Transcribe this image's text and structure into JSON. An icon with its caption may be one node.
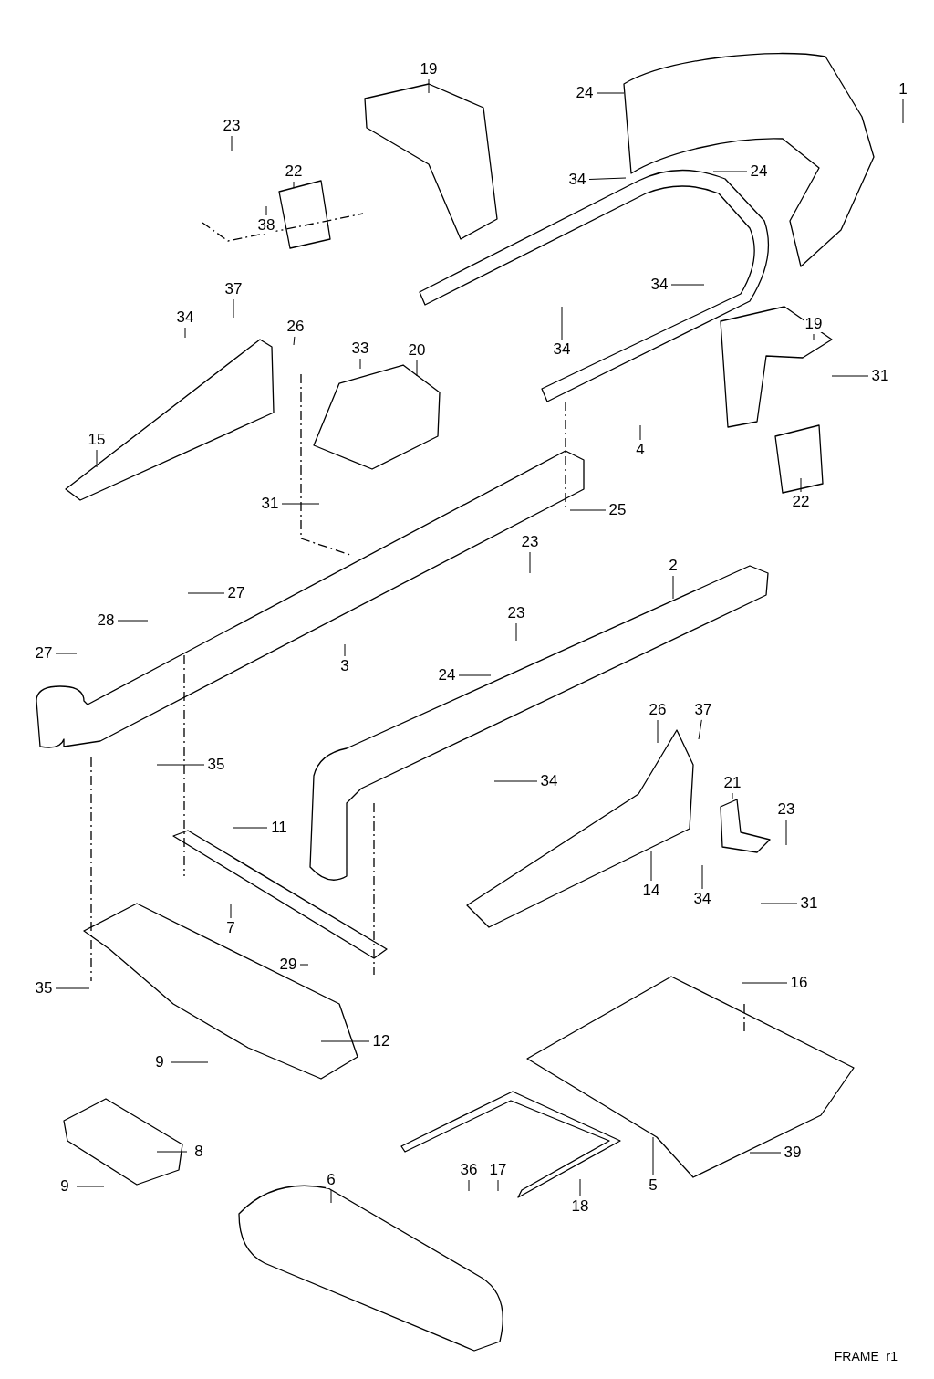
{
  "diagram": {
    "caption": "FRAME_r1",
    "nodes": [
      {
        "text": [
          "1"
        ]
      },
      {
        "text": [
          "24"
        ]
      },
      {
        "text": [
          "19"
        ]
      },
      {
        "text": [
          "23"
        ]
      },
      {
        "text": [
          "22"
        ]
      },
      {
        "text": [
          "38"
        ]
      },
      {
        "text": [
          "34"
        ]
      },
      {
        "text": [
          "24"
        ]
      },
      {
        "text": [
          "34"
        ]
      },
      {
        "text": [
          "34"
        ]
      },
      {
        "text": [
          "19"
        ]
      },
      {
        "text": [
          "31"
        ]
      },
      {
        "text": [
          "37"
        ]
      },
      {
        "text": [
          "34"
        ]
      },
      {
        "text": [
          "26"
        ]
      },
      {
        "text": [
          "33"
        ]
      },
      {
        "text": [
          "20"
        ]
      },
      {
        "text": [
          "15"
        ]
      },
      {
        "text": [
          "31"
        ]
      },
      {
        "text": [
          "4"
        ]
      },
      {
        "text": [
          "25"
        ]
      },
      {
        "text": [
          "22"
        ]
      },
      {
        "text": [
          "23"
        ]
      },
      {
        "text": [
          "27"
        ]
      },
      {
        "text": [
          "28"
        ]
      },
      {
        "text": [
          "3"
        ]
      },
      {
        "text": [
          "2"
        ]
      },
      {
        "text": [
          "23"
        ]
      },
      {
        "text": [
          "27"
        ]
      },
      {
        "text": [
          "24"
        ]
      },
      {
        "text": [
          "35"
        ]
      },
      {
        "text": [
          "34"
        ]
      },
      {
        "text": [
          "26"
        ]
      },
      {
        "text": [
          "37"
        ]
      },
      {
        "text": [
          "21"
        ]
      },
      {
        "text": [
          "23"
        ]
      },
      {
        "text": [
          "11"
        ]
      },
      {
        "text": [
          "14"
        ]
      },
      {
        "text": [
          "34"
        ]
      },
      {
        "text": [
          "31"
        ]
      },
      {
        "text": [
          "7"
        ]
      },
      {
        "text": [
          "16"
        ]
      },
      {
        "text": [
          "29"
        ]
      },
      {
        "text": [
          "35"
        ]
      },
      {
        "text": [
          "12"
        ]
      },
      {
        "text": [
          "9"
        ]
      },
      {
        "text": [
          "8"
        ]
      },
      {
        "text": [
          "39"
        ]
      },
      {
        "text": [
          "5"
        ]
      },
      {
        "text": [
          "36"
        ]
      },
      {
        "text": [
          "17"
        ]
      },
      {
        "text": [
          "18"
        ]
      },
      {
        "text": [
          "9"
        ]
      },
      {
        "text": [
          "6"
        ]
      }
    ],
    "edges": [
      {
        "from": 0,
        "to": null,
        "arrow": "none"
      },
      {
        "from": 1,
        "to": null,
        "arrow": "none"
      },
      {
        "from": 2,
        "to": null,
        "arrow": "none"
      },
      {
        "from": 3,
        "to": null,
        "arrow": "none"
      },
      {
        "from": 4,
        "to": null,
        "arrow": "none"
      },
      {
        "from": 5,
        "to": null,
        "arrow": "none"
      },
      {
        "from": 6,
        "to": null,
        "arrow": "none"
      },
      {
        "from": 7,
        "to": null,
        "arrow": "none"
      },
      {
        "from": 8,
        "to": null,
        "arrow": "none"
      },
      {
        "from": 9,
        "to": null,
        "arrow": "none"
      },
      {
        "from": 10,
        "to": null,
        "arrow": "none"
      },
      {
        "from": 11,
        "to": null,
        "arrow": "none"
      },
      {
        "from": 12,
        "to": null,
        "arrow": "none"
      },
      {
        "from": 13,
        "to": null,
        "arrow": "none"
      },
      {
        "from": 14,
        "to": null,
        "arrow": "none"
      },
      {
        "from": 15,
        "to": null,
        "arrow": "none"
      },
      {
        "from": 16,
        "to": null,
        "arrow": "none"
      },
      {
        "from": 17,
        "to": null,
        "arrow": "none"
      },
      {
        "from": 18,
        "to": null,
        "arrow": "none"
      },
      {
        "from": 19,
        "to": null,
        "arrow": "none"
      },
      {
        "from": 20,
        "to": null,
        "arrow": "none"
      },
      {
        "from": 21,
        "to": null,
        "arrow": "none"
      },
      {
        "from": 22,
        "to": null,
        "arrow": "none"
      },
      {
        "from": 23,
        "to": null,
        "arrow": "none"
      },
      {
        "from": 24,
        "to": null,
        "arrow": "none"
      },
      {
        "from": 25,
        "to": null,
        "arrow": "none"
      },
      {
        "from": 26,
        "to": null,
        "arrow": "none"
      },
      {
        "from": 27,
        "to": null,
        "arrow": "none"
      },
      {
        "from": 28,
        "to": null,
        "arrow": "none"
      },
      {
        "from": 29,
        "to": null,
        "arrow": "none"
      },
      {
        "from": 30,
        "to": null,
        "arrow": "none"
      },
      {
        "from": 31,
        "to": null,
        "arrow": "none"
      },
      {
        "from": 32,
        "to": null,
        "arrow": "none"
      },
      {
        "from": 33,
        "to": null,
        "arrow": "none"
      },
      {
        "from": 34,
        "to": null,
        "arrow": "none"
      },
      {
        "from": 35,
        "to": null,
        "arrow": "none"
      },
      {
        "from": 36,
        "to": null,
        "arrow": "none"
      },
      {
        "from": 37,
        "to": null,
        "arrow": "none"
      },
      {
        "from": 38,
        "to": null,
        "arrow": "none"
      },
      {
        "from": 39,
        "to": null,
        "arrow": "none"
      },
      {
        "from": 40,
        "to": null,
        "arrow": "none"
      },
      {
        "from": 41,
        "to": null,
        "arrow": "none"
      },
      {
        "from": 42,
        "to": null,
        "arrow": "none"
      },
      {
        "from": 43,
        "to": null,
        "arrow": "none"
      },
      {
        "from": 44,
        "to": null,
        "arrow": "none"
      },
      {
        "from": 45,
        "to": null,
        "arrow": "none"
      },
      {
        "from": 46,
        "to": null,
        "arrow": "none"
      },
      {
        "from": 47,
        "to": null,
        "arrow": "none"
      },
      {
        "from": 48,
        "to": null,
        "arrow": "none"
      },
      {
        "from": 49,
        "to": null,
        "arrow": "none"
      },
      {
        "from": 50,
        "to": null,
        "arrow": "none"
      },
      {
        "from": 51,
        "to": null,
        "arrow": "none"
      },
      {
        "from": 52,
        "to": null,
        "arrow": "none"
      },
      {
        "from": 53,
        "to": null,
        "arrow": "none"
      }
    ]
  }
}
